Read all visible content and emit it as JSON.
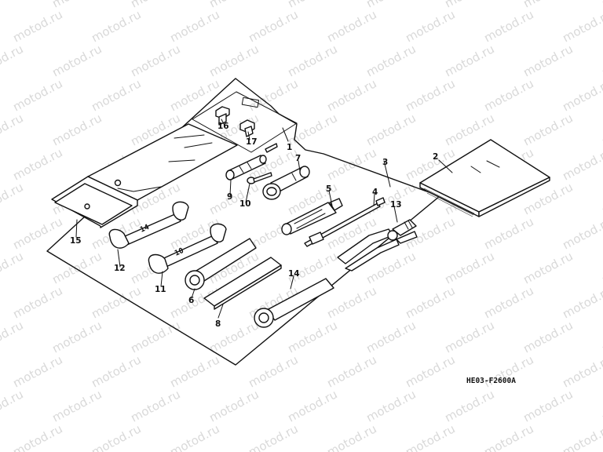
{
  "watermark": "motod.ru",
  "diagram_code": "HE03-F2600A",
  "callouts": {
    "c1": "1",
    "c2": "2",
    "c3": "3",
    "c4": "4",
    "c5": "5",
    "c6": "6",
    "c7": "7",
    "c8": "8",
    "c9": "9",
    "c10": "10",
    "c11": "11",
    "c12": "12",
    "c13": "13",
    "c14": "14",
    "c15": "15",
    "c16": "16",
    "c17": "17"
  },
  "wrench_stamps": {
    "w11": "10",
    "w12": "14"
  }
}
